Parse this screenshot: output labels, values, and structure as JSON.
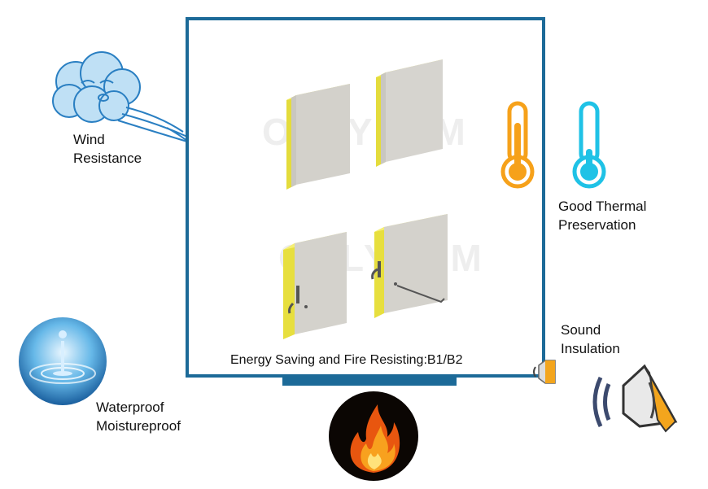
{
  "features": {
    "wind": {
      "line1": "Wind",
      "line2": "Resistance",
      "icon": "wind-cloud-icon"
    },
    "thermal": {
      "line1": "Good Thermal",
      "line2": "Preservation",
      "icon": "thermometer-icon"
    },
    "sound": {
      "line1": "Sound",
      "line2": "Insulation",
      "icon": "speaker-icon"
    },
    "water": {
      "line1": "Waterproof",
      "line2": "Moistureproof",
      "icon": "water-drop-icon"
    }
  },
  "caption": "Energy Saving and Fire Resisting:B1/B2",
  "watermark": "ONLYKEM",
  "colors": {
    "frame": "#1c6a98",
    "panel_core": "#f2ec5e",
    "panel_face": "#d3d1cb"
  }
}
